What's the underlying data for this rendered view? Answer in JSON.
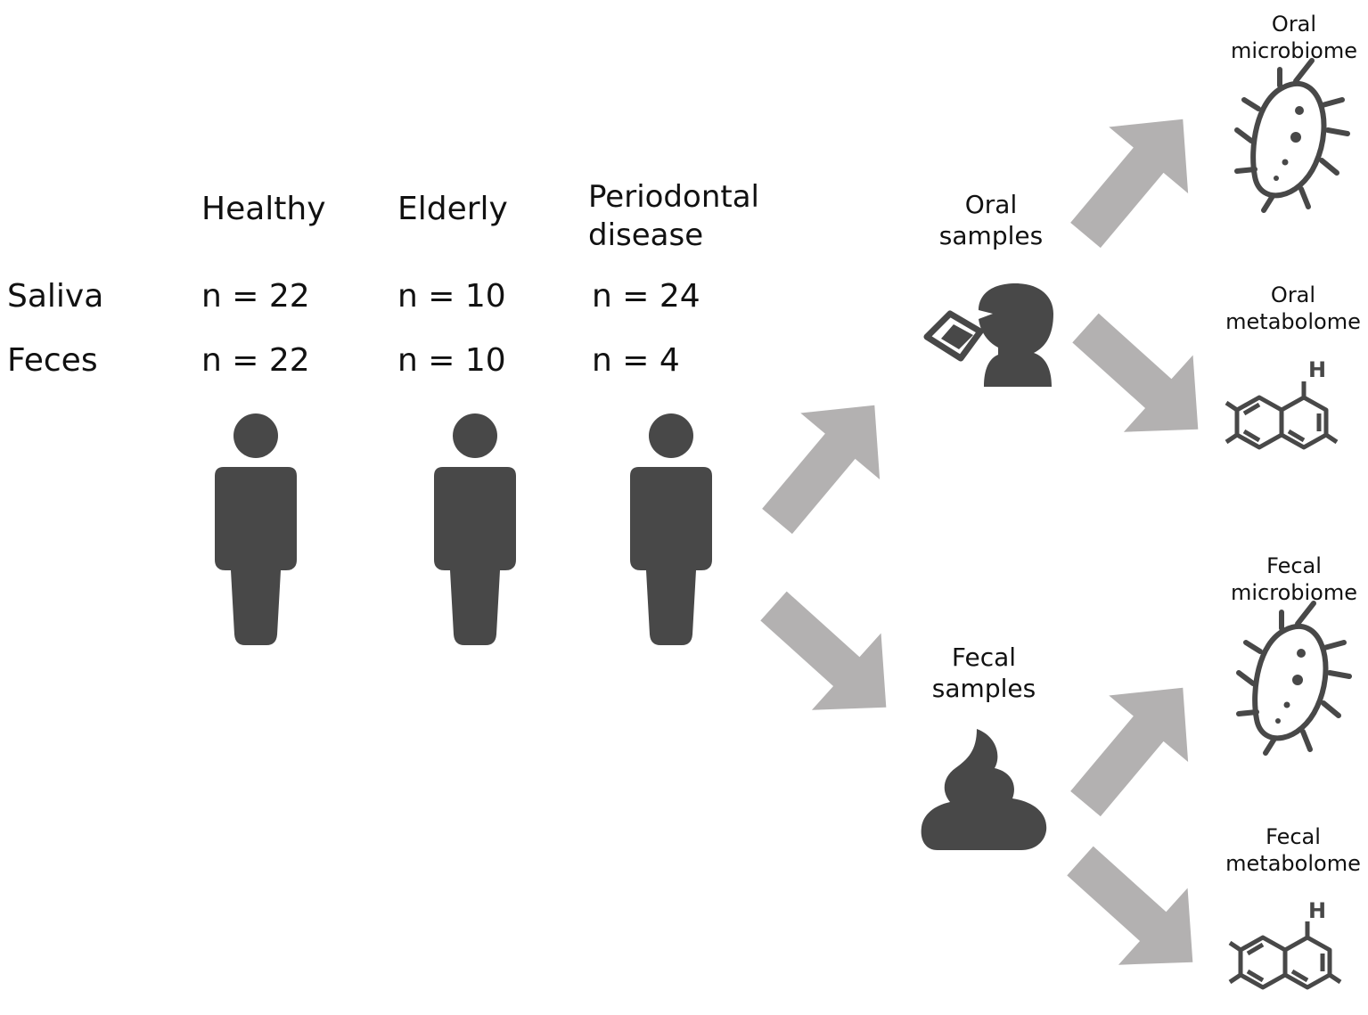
{
  "groups": {
    "healthy": "Healthy",
    "elderly": "Elderly",
    "periodontal_line1": "Periodontal",
    "periodontal_line2": "disease"
  },
  "rows": {
    "saliva": {
      "label": "Saliva",
      "healthy": "n = 22",
      "elderly": "n = 10",
      "periodontal": "n = 24"
    },
    "feces": {
      "label": "Feces",
      "healthy": "n = 22",
      "elderly": "n = 10",
      "periodontal": "n = 4"
    }
  },
  "samples": {
    "oral_line1": "Oral",
    "oral_line2": "samples",
    "fecal_line1": "Fecal",
    "fecal_line2": "samples"
  },
  "outputs": {
    "oral_microbiome_line1": "Oral",
    "oral_microbiome_line2": "microbiome",
    "oral_metabolome_line1": "Oral",
    "oral_metabolome_line2": "metabolome",
    "fecal_microbiome_line1": "Fecal",
    "fecal_microbiome_line2": "microbiome",
    "fecal_metabolome_line1": "Fecal",
    "fecal_metabolome_line2": "metabolome",
    "h_atom": "H"
  },
  "colors": {
    "icon": "#484848",
    "arrow": "#b3b1b1"
  }
}
